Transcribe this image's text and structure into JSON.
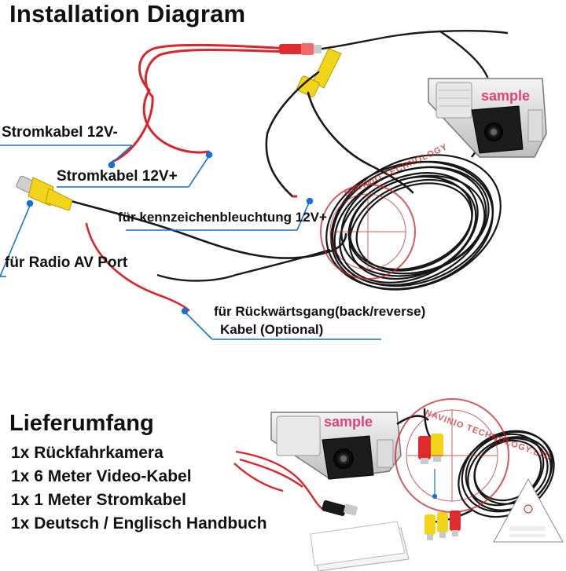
{
  "installation": {
    "title": "Installation Diagram",
    "labels": {
      "stromkabel_minus": "Stromkabel 12V-",
      "stromkabel_plus": "Stromkabel 12V+",
      "kennzeichen": "für kennzeichenbleuchtung 12V+",
      "radio_av": "für Radio AV Port",
      "rueckwaerts_1": "für Rückwärtsgang(back/reverse)",
      "rueckwaerts_2": "Kabel (Optional)"
    },
    "sample_top": "sample"
  },
  "lieferumfang": {
    "title": "Lieferumfang",
    "items": [
      "1x Rückfahrkamera",
      "1x 6 Meter Video-Kabel",
      "1x 1 Meter Stromkabel",
      "1x Deutsch / Englisch Handbuch"
    ],
    "sample_bottom": "sample"
  },
  "colors": {
    "red_wire": "#d8262c",
    "black_wire": "#1a1a1a",
    "yellow_plug": "#f2d41a",
    "leader_line": "#1b6fd1",
    "sample_text": "#e0407a"
  },
  "icons": [
    "camera-housing",
    "rca-plug",
    "dc-plug",
    "coiled-cable",
    "watermark-stamp",
    "manual-sheet",
    "certificate-card"
  ]
}
